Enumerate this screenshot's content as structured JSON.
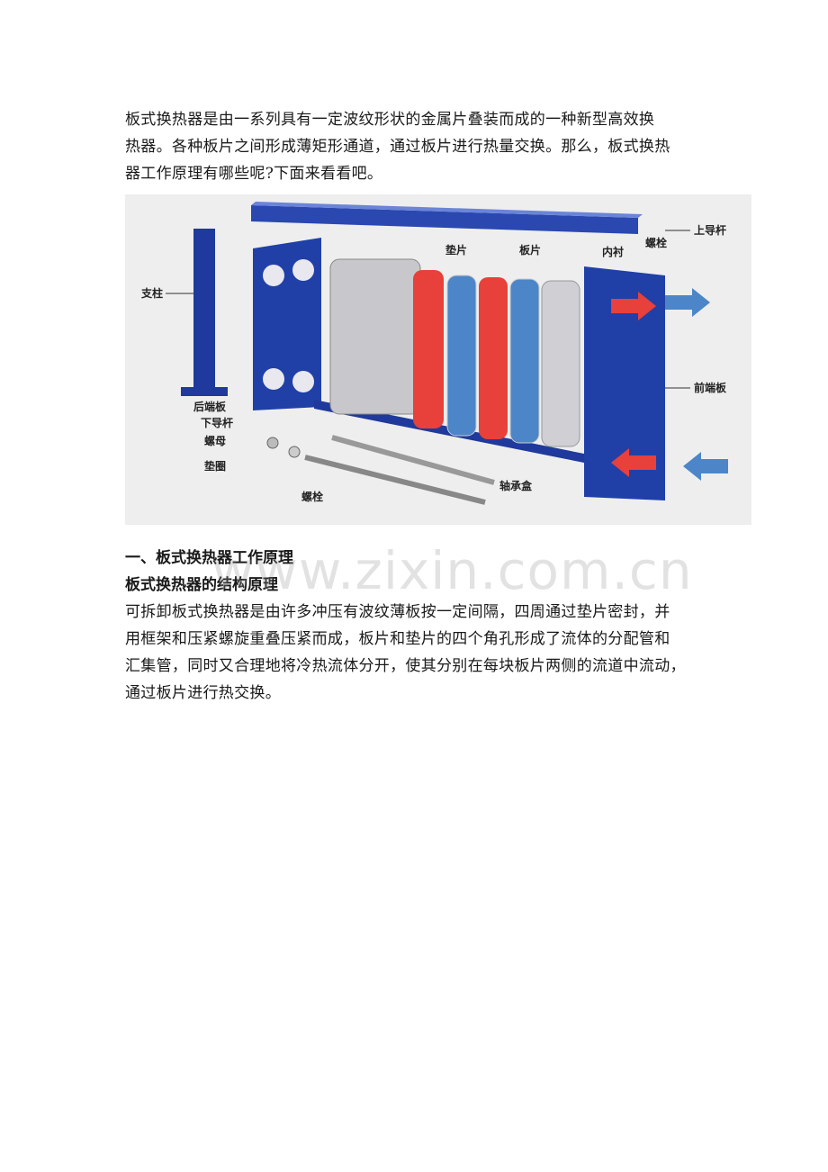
{
  "intro": {
    "lines": [
      "板式换热器是由一系列具有一定波纹形状的金属片叠装而成的一种新型高效换",
      "热器。各种板片之间形成薄矩形通道，通过板片进行热量交换。那么，板式换热",
      "器工作原理有哪些呢?下面来看看吧。"
    ]
  },
  "figure": {
    "labels": {
      "top_rail": "上导杆",
      "bolt_top": "螺栓",
      "gasket": "垫片",
      "plate": "板片",
      "liner": "内衬",
      "pillar": "支柱",
      "front_plate": "前端板",
      "rear_plate": "后端板",
      "bottom_rail": "下导杆",
      "nut": "螺母",
      "washer": "垫圈",
      "bearing_box": "轴承盒",
      "bolt_bottom": "螺栓"
    },
    "colors": {
      "frame": "#1f3a9c",
      "hot": "#e8403a",
      "cold": "#4c86c8",
      "background": "#eeeeee"
    }
  },
  "section1": {
    "heading": "一、板式换热器工作原理",
    "subheading": "板式换热器的结构原理",
    "lines": [
      "可拆卸板式换热器是由许多冲压有波纹薄板按一定间隔，四周通过垫片密封，并",
      "用框架和压紧螺旋重叠压紧而成，板片和垫片的四个角孔形成了流体的分配管和",
      "汇集管，同时又合理地将冷热流体分开，使其分别在每块板片两侧的流道中流动，",
      "通过板片进行热交换。"
    ]
  },
  "watermark": "www.zixin.com.cn"
}
